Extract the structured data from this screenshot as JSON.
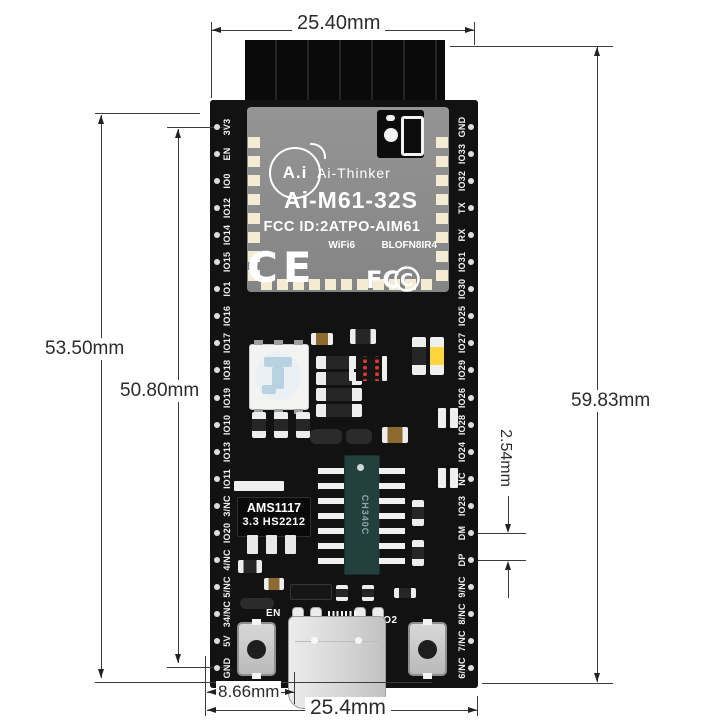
{
  "image_type": "dev-board dimension diagram",
  "dimensions": {
    "top_width": "25.40mm",
    "board_length": "53.50mm",
    "pin_row_length": "50.80mm",
    "overall_height": "59.83mm",
    "pin_pitch": "2.54mm",
    "usb_offset": "8.66mm",
    "bottom_width": "25.4mm"
  },
  "module": {
    "logo": "A.i",
    "brand": "Ai-Thinker",
    "model": "Ai-M61-32S",
    "fcc_id": "FCC ID:2ATPO-AIM61",
    "wifi": "WiFi6",
    "chip_code": "BLOFN8IR4",
    "ce_mark": "CE",
    "fcc_mark_fc": "FC",
    "fcc_mark_c": "C"
  },
  "board": {
    "left_pins": [
      "3V3",
      "EN",
      "IO0",
      "IO12",
      "IO14",
      "IO15",
      "IO1",
      "IO16",
      "IO17",
      "IO18",
      "IO19",
      "IO10",
      "IO13",
      "IO11",
      "3/NC",
      "IO20",
      "4/NC",
      "5/NC",
      "34/NC",
      "5V",
      "GND"
    ],
    "right_pins": [
      "GND",
      "IO33",
      "IO32",
      "TX",
      "RX",
      "IO31",
      "IO30",
      "IO25",
      "IO27",
      "IO29",
      "IO26",
      "IO28",
      "IO24",
      "NC",
      "IO23",
      "DM",
      "DP",
      "9/NC",
      "8/NC",
      "7/NC",
      "6/NC"
    ],
    "regulator": {
      "line1": "AMS1117",
      "line2": "3.3  HS2212"
    },
    "usb_chip": "CH340C",
    "silkscreen": {
      "en": "EN",
      "io2": "IO2"
    }
  },
  "colors": {
    "pcb": "#121212",
    "module_shield": "#8d8d8d",
    "castellation_pad": "#f4ecd2",
    "dimension_line": "#3c3c3c",
    "dimension_text": "#2b2b2b",
    "yellow_led": "#ffd53e",
    "red_led": "#e0392b"
  }
}
